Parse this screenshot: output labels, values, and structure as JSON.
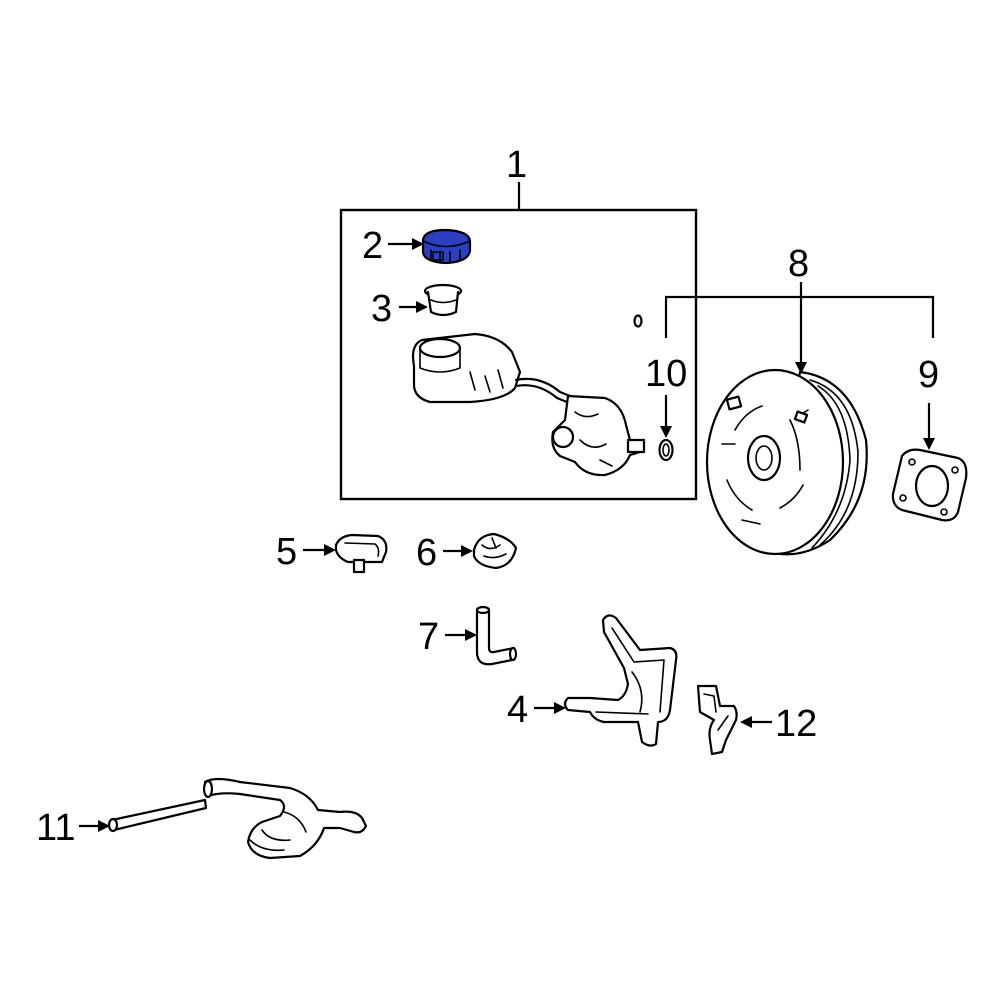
{
  "callouts": {
    "c1": "1",
    "c2": "2",
    "c3": "3",
    "c4": "4",
    "c5": "5",
    "c6": "6",
    "c7": "7",
    "c8": "8",
    "c9": "9",
    "c10": "10",
    "c11": "11",
    "c12": "12"
  },
  "colors": {
    "highlight": "#2b3fc0",
    "line": "#000000",
    "background": "#ffffff"
  },
  "highlighted_part": "2"
}
